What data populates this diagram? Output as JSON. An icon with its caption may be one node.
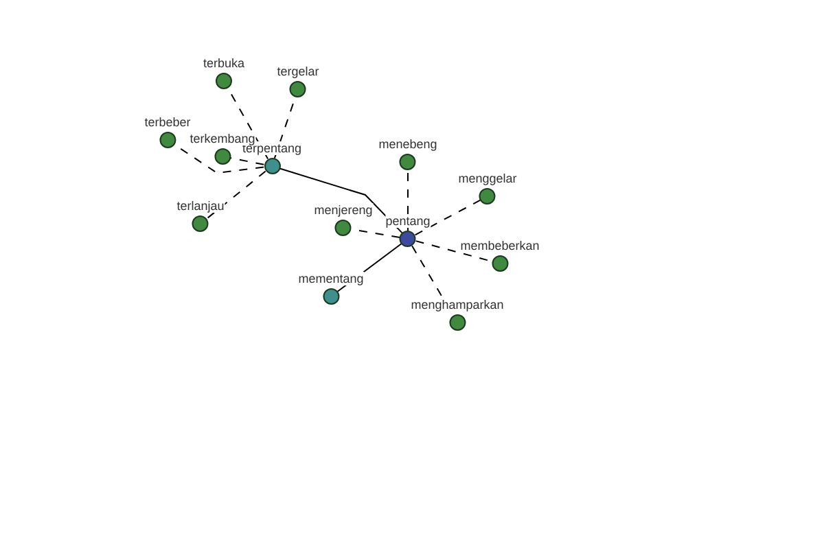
{
  "diagram": {
    "nodes": [
      {
        "text": [
          "pentang"
        ]
      },
      {
        "text": [
          "terpentang"
        ]
      },
      {
        "text": [
          "mementang"
        ]
      },
      {
        "text": [
          "terbuka"
        ]
      },
      {
        "text": [
          "tergelar"
        ]
      },
      {
        "text": [
          "terbeber"
        ]
      },
      {
        "text": [
          "terkembang"
        ]
      },
      {
        "text": [
          "terlanjau"
        ]
      },
      {
        "text": [
          "menebeng"
        ]
      },
      {
        "text": [
          "menggelar"
        ]
      },
      {
        "text": [
          "menjereng"
        ]
      },
      {
        "text": [
          "membeberkan"
        ]
      },
      {
        "text": [
          "menghamparkan"
        ]
      }
    ],
    "edges": [
      {
        "from": 0,
        "to": 1,
        "arrow": "none"
      },
      {
        "from": 0,
        "to": 2,
        "arrow": "none"
      },
      {
        "from": 0,
        "to": 8,
        "arrow": "none",
        "style": "dashed"
      },
      {
        "from": 0,
        "to": 9,
        "arrow": "none",
        "style": "dashed"
      },
      {
        "from": 0,
        "to": 10,
        "arrow": "none",
        "style": "dashed"
      },
      {
        "from": 0,
        "to": 11,
        "arrow": "none",
        "style": "dashed"
      },
      {
        "from": 0,
        "to": 12,
        "arrow": "none",
        "style": "dashed"
      },
      {
        "from": 1,
        "to": 3,
        "arrow": "none",
        "style": "dashed"
      },
      {
        "from": 1,
        "to": 4,
        "arrow": "none",
        "style": "dashed"
      },
      {
        "from": 1,
        "to": 5,
        "arrow": "none",
        "style": "dashed"
      },
      {
        "from": 1,
        "to": 6,
        "arrow": "none",
        "style": "dashed"
      },
      {
        "from": 1,
        "to": 7,
        "arrow": "none",
        "style": "dashed"
      }
    ]
  }
}
